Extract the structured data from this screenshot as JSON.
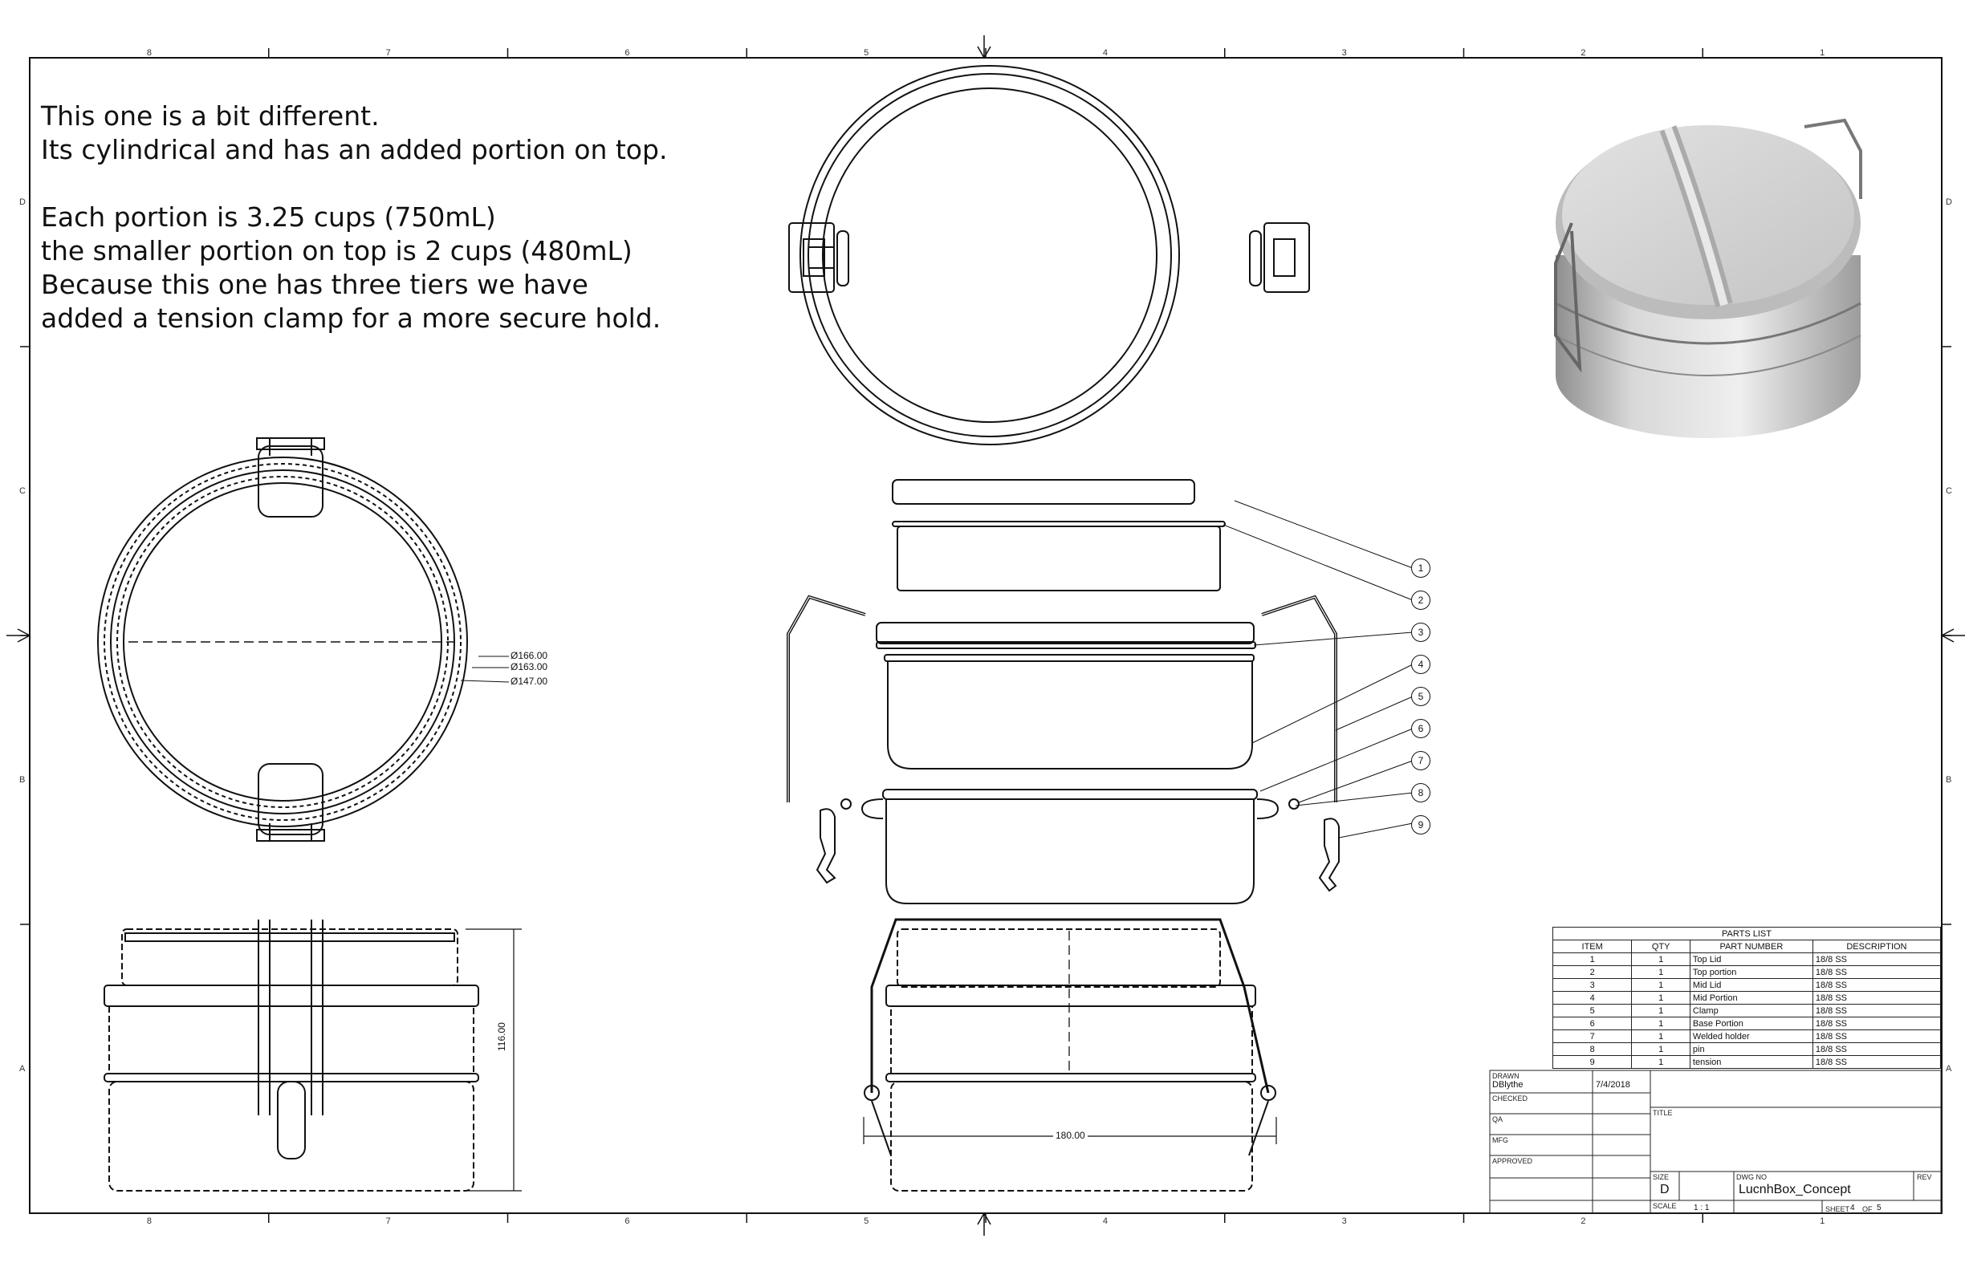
{
  "notes": {
    "line1": "This one is a bit different.",
    "line2": "Its cylindrical and has an added portion on top.",
    "line3": "Each portion is 3.25 cups (750mL)",
    "line4": "the smaller portion on top is 2 cups (480mL)",
    "line5": "Because this one has three tiers we have",
    "line6": "added a tension clamp for a more secure hold."
  },
  "zones": {
    "columns": [
      "8",
      "7",
      "6",
      "5",
      "4",
      "3",
      "2",
      "1"
    ],
    "rows": [
      "D",
      "C",
      "B",
      "A"
    ]
  },
  "dimensions": {
    "d1": "Ø166.00",
    "d2": "Ø163.00",
    "d3": "Ø147.00",
    "height": "116.00",
    "width": "180.00"
  },
  "balloons": [
    "1",
    "2",
    "3",
    "4",
    "5",
    "6",
    "7",
    "8",
    "9"
  ],
  "parts_list": {
    "title": "PARTS LIST",
    "headers": [
      "ITEM",
      "QTY",
      "PART NUMBER",
      "DESCRIPTION"
    ],
    "rows": [
      [
        "1",
        "1",
        "Top Lid",
        "18/8 SS"
      ],
      [
        "2",
        "1",
        "Top portion",
        "18/8 SS"
      ],
      [
        "3",
        "1",
        "Mid Lid",
        "18/8 SS"
      ],
      [
        "4",
        "1",
        "Mid Portion",
        "18/8 SS"
      ],
      [
        "5",
        "1",
        "Clamp",
        "18/8 SS"
      ],
      [
        "6",
        "1",
        "Base Portion",
        "18/8 SS"
      ],
      [
        "7",
        "1",
        "Welded holder",
        "18/8 SS"
      ],
      [
        "8",
        "1",
        "pin",
        "18/8 SS"
      ],
      [
        "9",
        "1",
        "tension",
        "18/8 SS"
      ]
    ]
  },
  "title_block": {
    "drawn_label": "DRAWN",
    "drawn_by": "DBlythe",
    "date": "7/4/2018",
    "checked_label": "CHECKED",
    "qa_label": "QA",
    "mfg_label": "MFG",
    "approved_label": "APPROVED",
    "title_label": "TITLE",
    "size_label": "SIZE",
    "size": "D",
    "dwg_no_label": "DWG NO",
    "dwg_no": "LucnhBox_Concept",
    "rev_label": "REV",
    "scale_label": "SCALE",
    "scale": "1 : 1",
    "sheet_label": "SHEET",
    "sheet": "4",
    "of_label": "OF",
    "sheets": "5"
  },
  "colors": {
    "line": "#111111",
    "metal_light": "#e6e6e6",
    "metal_dark": "#9a9a9a"
  }
}
